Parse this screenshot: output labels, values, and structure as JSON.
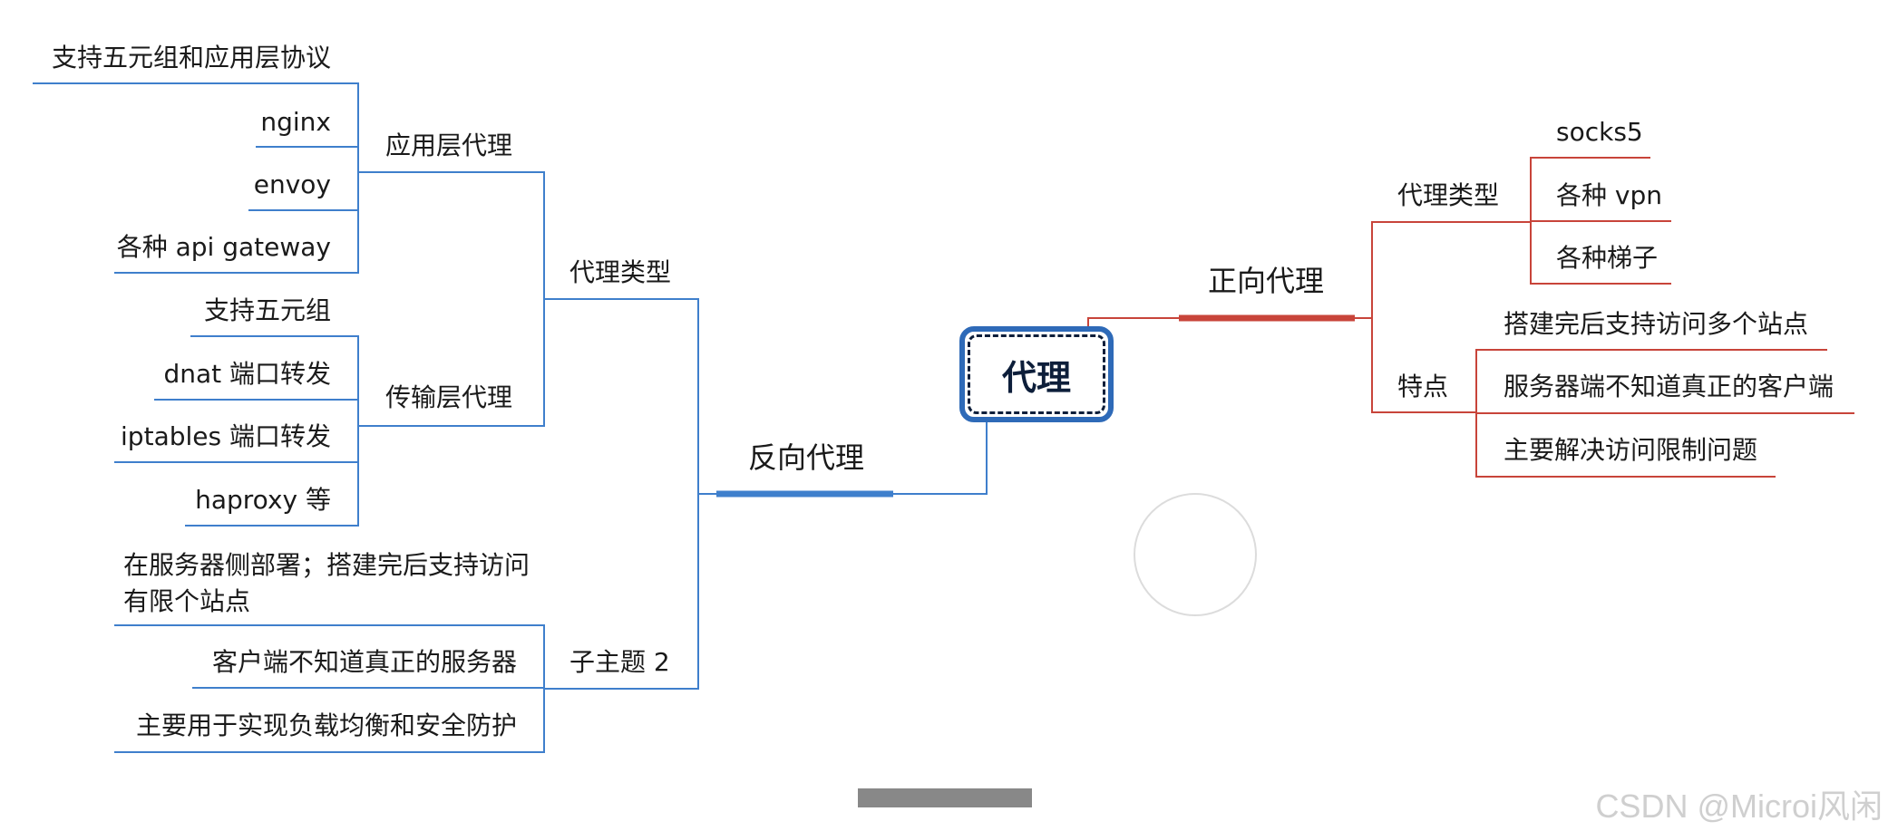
{
  "center": {
    "label": "代理"
  },
  "reverse": {
    "label": "反向代理",
    "types": {
      "label": "代理类型",
      "app_layer": {
        "label": "应用层代理",
        "items": [
          "支持五元组和应用层协议",
          "nginx",
          "envoy",
          "各种 api gateway"
        ]
      },
      "transport_layer": {
        "label": "传输层代理",
        "items": [
          "支持五元组",
          "dnat 端口转发",
          "iptables 端口转发",
          "haproxy 等"
        ]
      }
    },
    "subtopic": {
      "label": "子主题 2",
      "items": [
        "在服务器侧部署；搭建完后支持访问有限个站点",
        "客户端不知道真正的服务器",
        "主要用于实现负载均衡和安全防护"
      ]
    }
  },
  "forward": {
    "label": "正向代理",
    "types": {
      "label": "代理类型",
      "items": [
        "socks5",
        "各种 vpn",
        "各种梯子"
      ]
    },
    "features": {
      "label": "特点",
      "items": [
        "搭建完后支持访问多个站点",
        "服务器端不知道真正的客户端",
        "主要解决访问限制问题"
      ]
    }
  },
  "colors": {
    "reverse": "#3f7fcc",
    "forward": "#c8443a",
    "center_border": "#2e6ab8"
  },
  "watermark": "CSDN @Microi风闲"
}
